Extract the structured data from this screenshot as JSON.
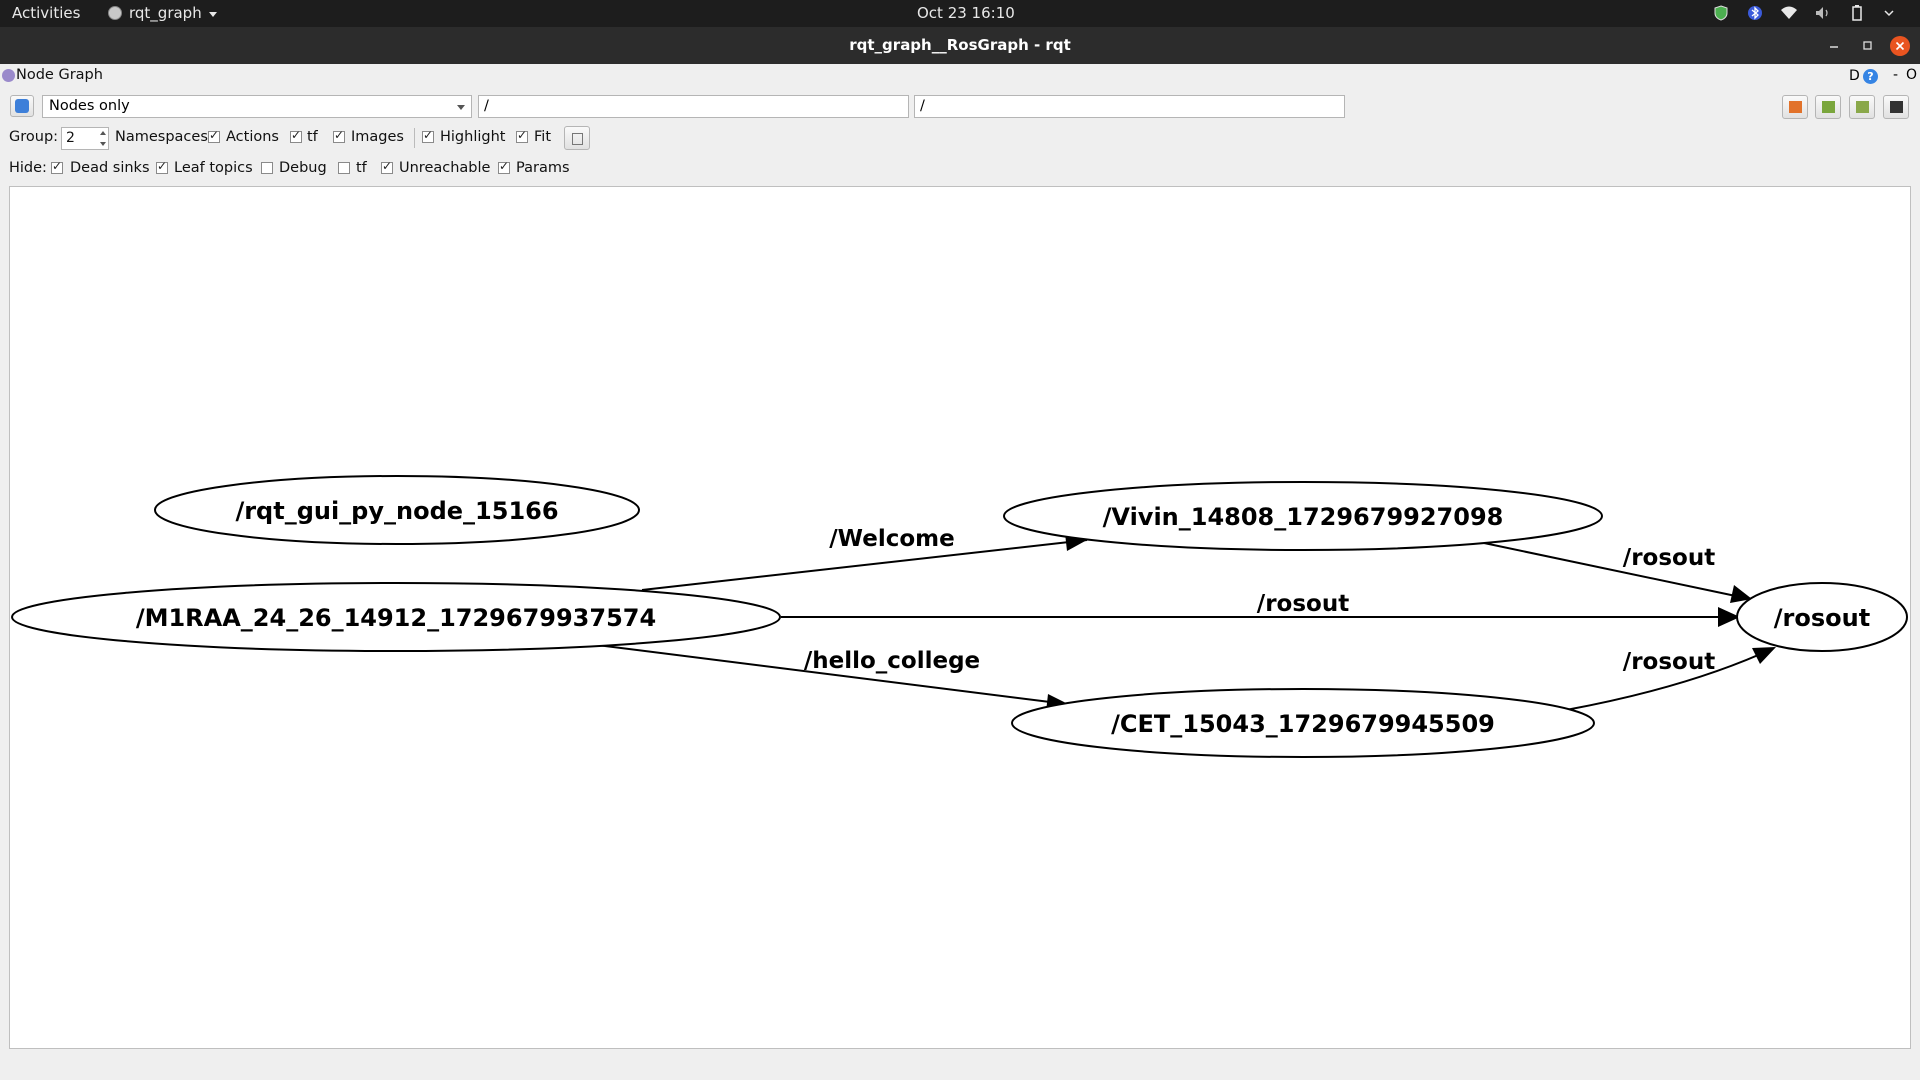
{
  "topbar": {
    "activities": "Activities",
    "app_name": "rqt_graph",
    "clock": "Oct 23  16:10"
  },
  "window": {
    "title": "rqt_graph__RosGraph - rqt"
  },
  "dock": {
    "title": "Node Graph",
    "d_button": "D",
    "help_button": "?",
    "dash_button": "-",
    "o_button": "O"
  },
  "controls": {
    "graph_type": "Nodes only",
    "node_filter": "/",
    "topic_filter": "/",
    "group_label": "Group:",
    "group_value": "2",
    "namespaces": {
      "label": "Namespaces",
      "checked": true
    },
    "actions": {
      "label": "Actions",
      "checked": true
    },
    "tf": {
      "label": "tf",
      "checked": true
    },
    "images": {
      "label": "Images",
      "checked": true
    },
    "highlight": {
      "label": "Highlight",
      "checked": true
    },
    "fit": {
      "label": "Fit",
      "checked": true
    },
    "hide_label": "Hide:",
    "dead_sinks": {
      "label": "Dead sinks",
      "checked": true
    },
    "leaf_topics": {
      "label": "Leaf topics",
      "checked": true
    },
    "debug": {
      "label": "Debug",
      "checked": false
    },
    "hide_tf": {
      "label": "tf",
      "checked": false
    },
    "unreachable": {
      "label": "Unreachable",
      "checked": true
    },
    "params": {
      "label": "Params",
      "checked": true
    }
  },
  "graph": {
    "nodes": {
      "rqt_gui": "/rqt_gui_py_node_15166",
      "m1raa": "/M1RAA_24_26_14912_1729679937574",
      "vivin": "/Vivin_14808_1729679927098",
      "cet": "/CET_15043_1729679945509",
      "rosout": "/rosout"
    },
    "edges": {
      "welcome": "/Welcome",
      "m1raa_rosout": "/rosout",
      "hello_college": "/hello_college",
      "vivin_rosout": "/rosout",
      "cet_rosout": "/rosout"
    }
  }
}
